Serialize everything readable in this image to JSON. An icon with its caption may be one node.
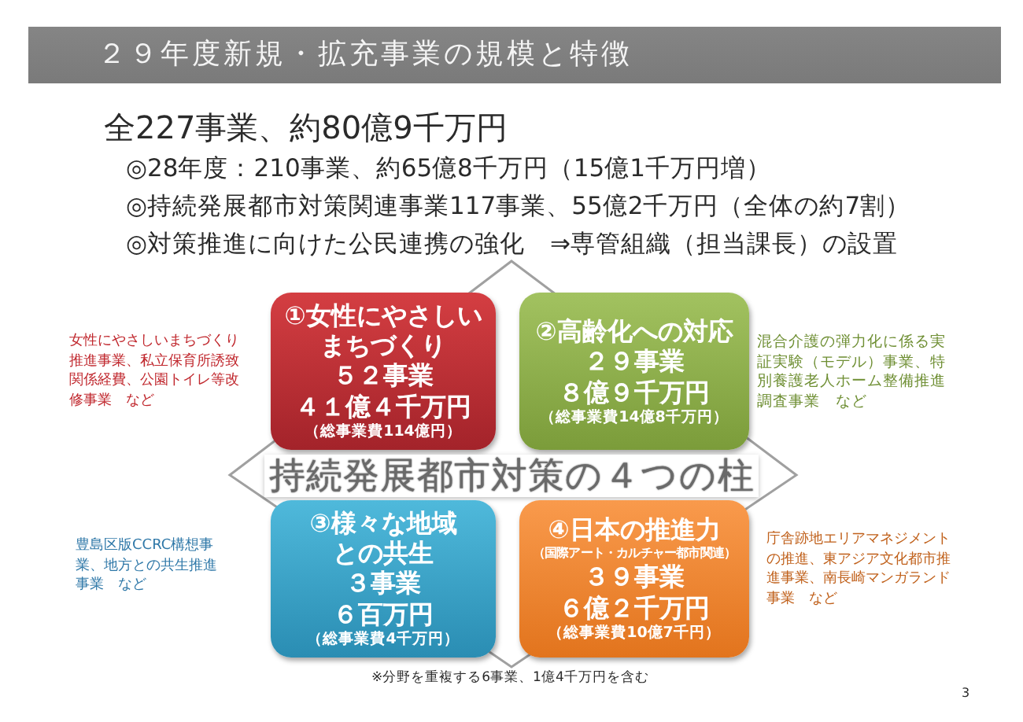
{
  "diagram": {
    "title": "２９年度新規・拡充事業の規模と特徴",
    "nodes": [
      {
        "text": [
          "①女性にやさしいまちづくり",
          "５２事業",
          "４１億４千万円",
          "（総事業費114億円）"
        ],
        "beside": [
          "女性にやさしいまちづくり推進事業、私立保育所誘致関係経費、公園トイレ等改修事業　など"
        ]
      },
      {
        "text": [
          "②高齢化への対応",
          "２９事業",
          "８億９千万円",
          "（総事業費14億8千万円）"
        ],
        "beside": [
          "混合介護の弾力化に係る実証実験（モデル）事業、特別養護老人ホーム整備推進調査事業　など"
        ]
      },
      {
        "text": [
          "持続発展都市対策の４つの柱"
        ]
      },
      {
        "text": [
          "③様々な地域との共生",
          "３事業",
          "６百万円",
          "（総事業費4千万円）"
        ],
        "beside": [
          "豊島区版CCRC構想事業、地方との共生推進事業　など"
        ]
      },
      {
        "text": [
          "④日本の推進力",
          "（国際アート・カルチャー都市関連）",
          "３９事業",
          "６億２千万円",
          "（総事業費10億7千円）"
        ],
        "beside": [
          "庁舎跡地エリアマネジメントの推進、東アジア文化都市推進事業、南長崎マンガランド事業　など"
        ]
      }
    ],
    "labels": [
      "全227事業、約80億9千万円",
      "◎28年度：210事業、約65億8千万円（15億1千万円増）",
      "◎持続発展都市対策関連事業117事業、55億2千万円（全体の約7割）",
      "◎対策推進に向けた公民連携の強化　⇒専管組織（担当課長）の設置",
      "※分野を重複する6事業、1億4千万円を含む",
      "3"
    ]
  }
}
